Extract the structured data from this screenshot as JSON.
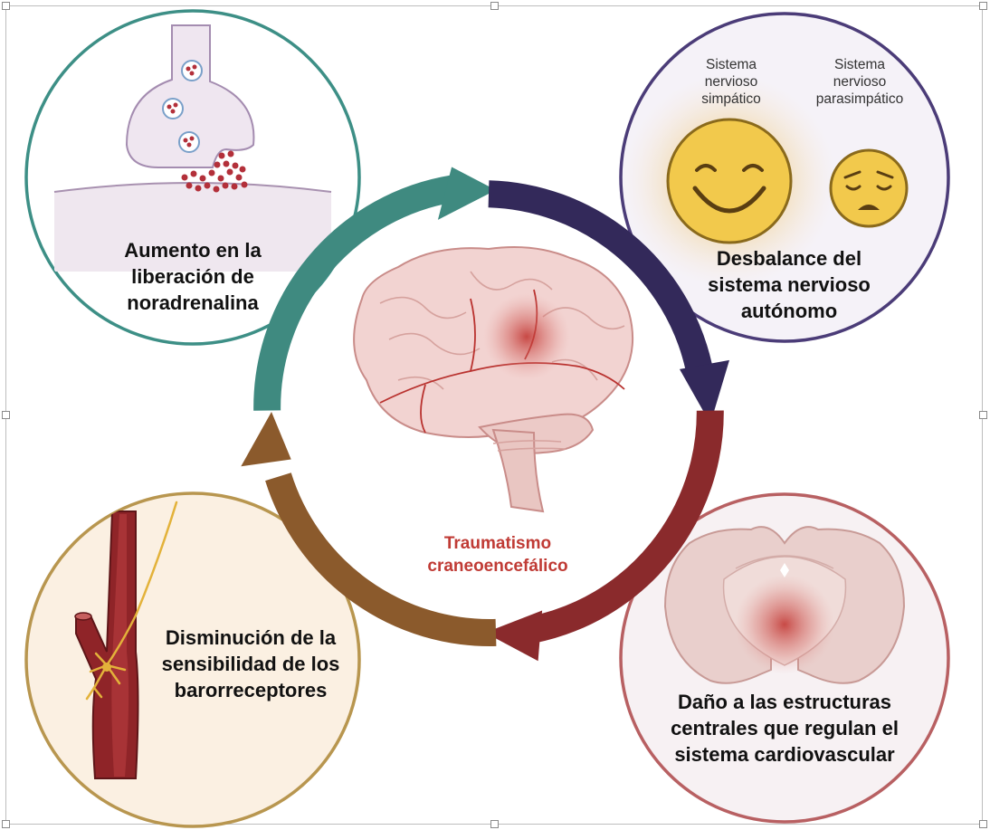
{
  "center": {
    "label": "Traumatismo\ncraneoencefálico"
  },
  "panels": {
    "noradrenaline": {
      "label": "Aumento en la\nliberación de\nnoradrenalina",
      "color": "#3d8f86"
    },
    "autonomic": {
      "label": "Desbalance del\nsistema nervioso\nautónomo",
      "sympathetic_label": "Sistema\nnervioso\nsimpático",
      "parasympathetic_label": "Sistema\nnervioso\nparasimpático",
      "color": "#4b3c78"
    },
    "central_damage": {
      "label": "Daño a las estructuras\ncentrales que regulan el\nsistema cardiovascular",
      "color": "#b86062"
    },
    "baroreceptors": {
      "label": "Disminución de la\nsensibilidad de los\nbarorreceptores",
      "color": "#b8964f"
    }
  },
  "arrows": {
    "teal": "#3f8a80",
    "navy": "#33295a",
    "red": "#8a2a2c",
    "brown": "#8b5a2c"
  },
  "accent_red": "#c03b35"
}
